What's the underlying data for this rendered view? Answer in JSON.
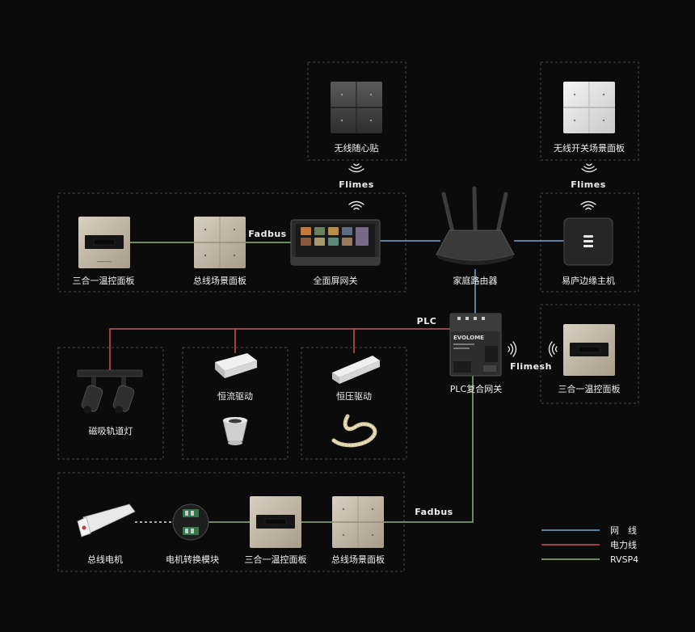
{
  "devices": {
    "wireless_sticker": "无线随心贴",
    "wireless_switch_panel": "无线开关场景面板",
    "thermo_panel_top": "三合一温控面板",
    "bus_scene_panel_top": "总线场景面板",
    "full_screen_gateway": "全面屏网关",
    "home_router": "家庭路由器",
    "edge_host": "易庐边缘主机",
    "plc_gateway": "PLC复合网关",
    "thermo_panel_right": "三合一温控面板",
    "track_light": "磁吸轨道灯",
    "cc_driver": "恒流驱动",
    "cv_driver": "恒压驱动",
    "bus_motor": "总线电机",
    "motor_module": "电机转换模块",
    "thermo_panel_bottom": "三合一温控面板",
    "bus_scene_panel_bottom": "总线场景面板",
    "plc_brand": "EVOLOME"
  },
  "protocols": {
    "flimes_left": "Flimes",
    "flimes_right": "Flimes",
    "fadbus_top": "Fadbus",
    "plc": "PLC",
    "flimesh": "Flimesh",
    "fadbus_bottom": "Fadbus"
  },
  "legend": {
    "items": [
      {
        "label": "网　线",
        "color": "#6fa8d8"
      },
      {
        "label": "电力线",
        "color": "#d8505a"
      },
      {
        "label": "RVSP4",
        "color": "#8fb57a"
      }
    ]
  }
}
